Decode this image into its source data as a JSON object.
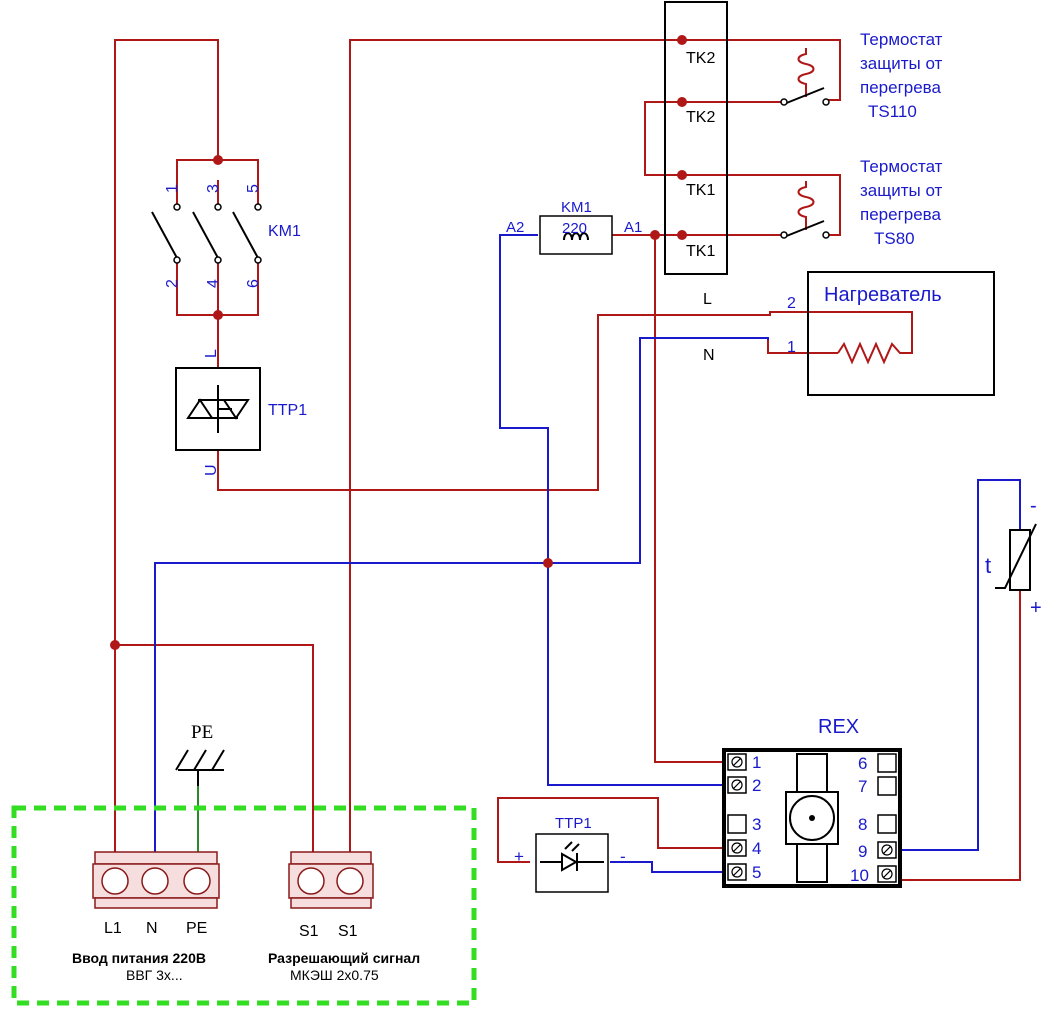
{
  "colors": {
    "phase_wire": "#b01818",
    "neutral_wire": "#1a1acc",
    "ground_wire": "#2a8a2a",
    "label_blue": "#1a1acc",
    "boundary_dash": "#33dd22",
    "terminal_fill": "#f6dede"
  },
  "contactor": {
    "name": "KM1",
    "top_pins": [
      "1",
      "3",
      "5"
    ],
    "bottom_pins": [
      "2",
      "4",
      "6"
    ]
  },
  "ssr_top": {
    "name": "TTP1",
    "pin_in": "L",
    "pin_out": "U"
  },
  "terminal_block": {
    "labels": [
      "TK2",
      "TK2",
      "TK1",
      "TK1"
    ]
  },
  "thermostats": [
    {
      "lines": [
        "Термостат",
        "защиты от",
        "перегрева",
        "TS110"
      ]
    },
    {
      "lines": [
        "Термостат",
        "защиты от",
        "перегрева",
        "TS80"
      ]
    }
  ],
  "coil": {
    "name": "KM1",
    "value": "220",
    "pin_a1": "A1",
    "pin_a2": "A2"
  },
  "heater": {
    "title": "Нагреватель",
    "pin_l": "L",
    "pin_n": "N",
    "pin_1": "1",
    "pin_2": "2"
  },
  "ground": {
    "label": "PE"
  },
  "rex": {
    "title": "REX",
    "left_pins": [
      "1",
      "2",
      "3",
      "4",
      "5"
    ],
    "right_pins": [
      "6",
      "7",
      "8",
      "9",
      "10"
    ]
  },
  "ssr_bottom": {
    "name": "TTP1",
    "plus": "+",
    "minus": "-"
  },
  "sensor": {
    "symbol": "t",
    "minus": "-",
    "plus": "+"
  },
  "power_input": {
    "terminals": [
      "L1",
      "N",
      "PE"
    ],
    "title": "Ввод питания 220В",
    "cable": "ВВГ 3х..."
  },
  "enable_signal": {
    "terminals": [
      "S1",
      "S1"
    ],
    "title": "Разрешающий сигнал",
    "cable": "МКЭШ 2х0.75"
  }
}
